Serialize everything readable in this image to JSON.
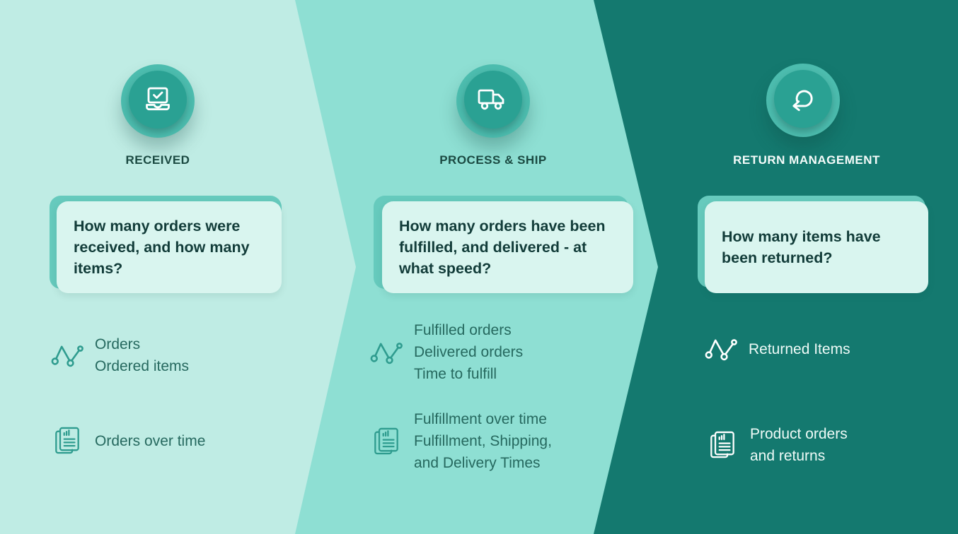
{
  "colors": {
    "panel1_bg": "#bfece4",
    "panel2_bg": "#8edfd3",
    "panel3_bg": "#14796f",
    "card_back": "#66cabd",
    "card_front": "#d9f5ef",
    "circle_outer": "#4cbcae",
    "circle_inner": "#2aa193",
    "heading_dark": "#1b4a42",
    "heading_light": "#f5fcfa",
    "question_text": "#123c39",
    "metric_text_dark": "#26695f",
    "metric_text_light": "#eefaf7",
    "icon_stroke_teal": "#2f9c8f",
    "icon_stroke_white": "#ffffff"
  },
  "panels": [
    {
      "title": "RECEIVED",
      "icon": "laptop-check-icon",
      "question": "How many orders were received, and how many items?",
      "metrics": [
        {
          "icon": "line-chart-icon",
          "lines": [
            "Orders",
            "Ordered items"
          ]
        },
        {
          "icon": "report-icon",
          "lines": [
            "Orders over time"
          ]
        }
      ]
    },
    {
      "title": "PROCESS & SHIP",
      "icon": "delivery-truck-icon",
      "question": "How many orders have been fulfilled, and delivered - at what speed?",
      "metrics": [
        {
          "icon": "line-chart-icon",
          "lines": [
            "Fulfilled orders",
            "Delivered orders",
            "Time to fulfill"
          ]
        },
        {
          "icon": "report-icon",
          "lines": [
            "Fulfillment over time",
            "Fulfillment, Shipping,",
            "and Delivery Times"
          ]
        }
      ]
    },
    {
      "title": "RETURN MANAGEMENT",
      "icon": "return-arrow-icon",
      "question": "How many items have been returned?",
      "metrics": [
        {
          "icon": "line-chart-icon",
          "lines": [
            "Returned Items"
          ]
        },
        {
          "icon": "report-icon",
          "lines": [
            "Product orders",
            "and returns"
          ]
        }
      ]
    }
  ]
}
